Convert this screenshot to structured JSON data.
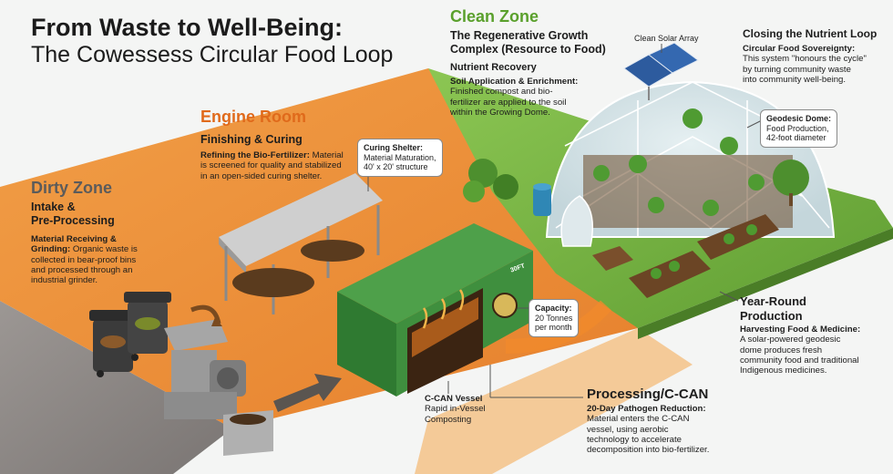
{
  "header": {
    "title_line1": "From Waste to Well-Being:",
    "title_line2": "The Cowessess Circular Food Loop"
  },
  "dirty_zone": {
    "name": "Dirty Zone",
    "heading_line1": "Intake &",
    "heading_line2": "Pre-Processing",
    "subhead_line1": "Material Receiving &",
    "subhead_line2": "Grinding:",
    "desc_line1": "Organic waste is",
    "desc_line2": "collected in bear-proof bins",
    "desc_line3": "and processed through an",
    "desc_line4": "industrial grinder."
  },
  "engine_room": {
    "name": "Engine Room",
    "heading": "Finishing & Curing",
    "subhead": "Refining the Bio-Fertilizer:",
    "desc_line1": "Material",
    "desc_line2": "is screened for quality and stabilized",
    "desc_line3": "in an open-sided curing shelter."
  },
  "curing_shelter_callout": {
    "title": "Curing Shelter:",
    "line1": "Material Maturation,",
    "line2": "40' x 20' structure"
  },
  "clean_zone": {
    "name": "Clean Zone",
    "heading_line1": "The Regenerative Growth",
    "heading_line2": "Complex (Resource to Food)",
    "subheading": "Nutrient Recovery",
    "subhead": "Soil Application & Enrichment:",
    "desc_line1": "Finished compost and bio-",
    "desc_line2": "fertilizer are applied to the soil",
    "desc_line3": "within the Growing Dome."
  },
  "solar_label": "Clean Solar Array",
  "closing_loop": {
    "heading": "Closing the Nutrient Loop",
    "subhead": "Circular Food Sovereignty:",
    "desc_line1": "This system \"honours the cycle\"",
    "desc_line2": "by turning community waste",
    "desc_line3": "into community well-being."
  },
  "dome_callout": {
    "title": "Geodesic Dome:",
    "line1": "Food Production,",
    "line2": "42-foot diameter"
  },
  "capacity_callout": {
    "title": "Capacity:",
    "line1": "20 Tonnes",
    "line2": "per month"
  },
  "container_tag": "30FT",
  "cvessel_label": {
    "title": "C-CAN Vessel",
    "line1": "Rapid in-Vessel",
    "line2": "Composting"
  },
  "processing": {
    "heading": "Processing/C-CAN",
    "subhead": "20-Day Pathogen Reduction:",
    "desc_line1": "Material enters the C-CAN",
    "desc_line2": "vessel, using aerobic",
    "desc_line3": "technology to accelerate",
    "desc_line4": "decomposition into bio-fertilizer."
  },
  "year_round": {
    "heading_line1": "Year-Round",
    "heading_line2": "Production",
    "subhead": "Harvesting Food & Medicine:",
    "desc_line1": "A solar-powered geodesic",
    "desc_line2": "dome produces fresh",
    "desc_line3": "community food and traditional",
    "desc_line4": "Indigenous medicines."
  },
  "colors": {
    "dirty": "#8f8a86",
    "engine": "#ee8a2c",
    "clean": "#76b83d",
    "container": "#3f8f3e",
    "accent_orange": "#e06a1b"
  }
}
